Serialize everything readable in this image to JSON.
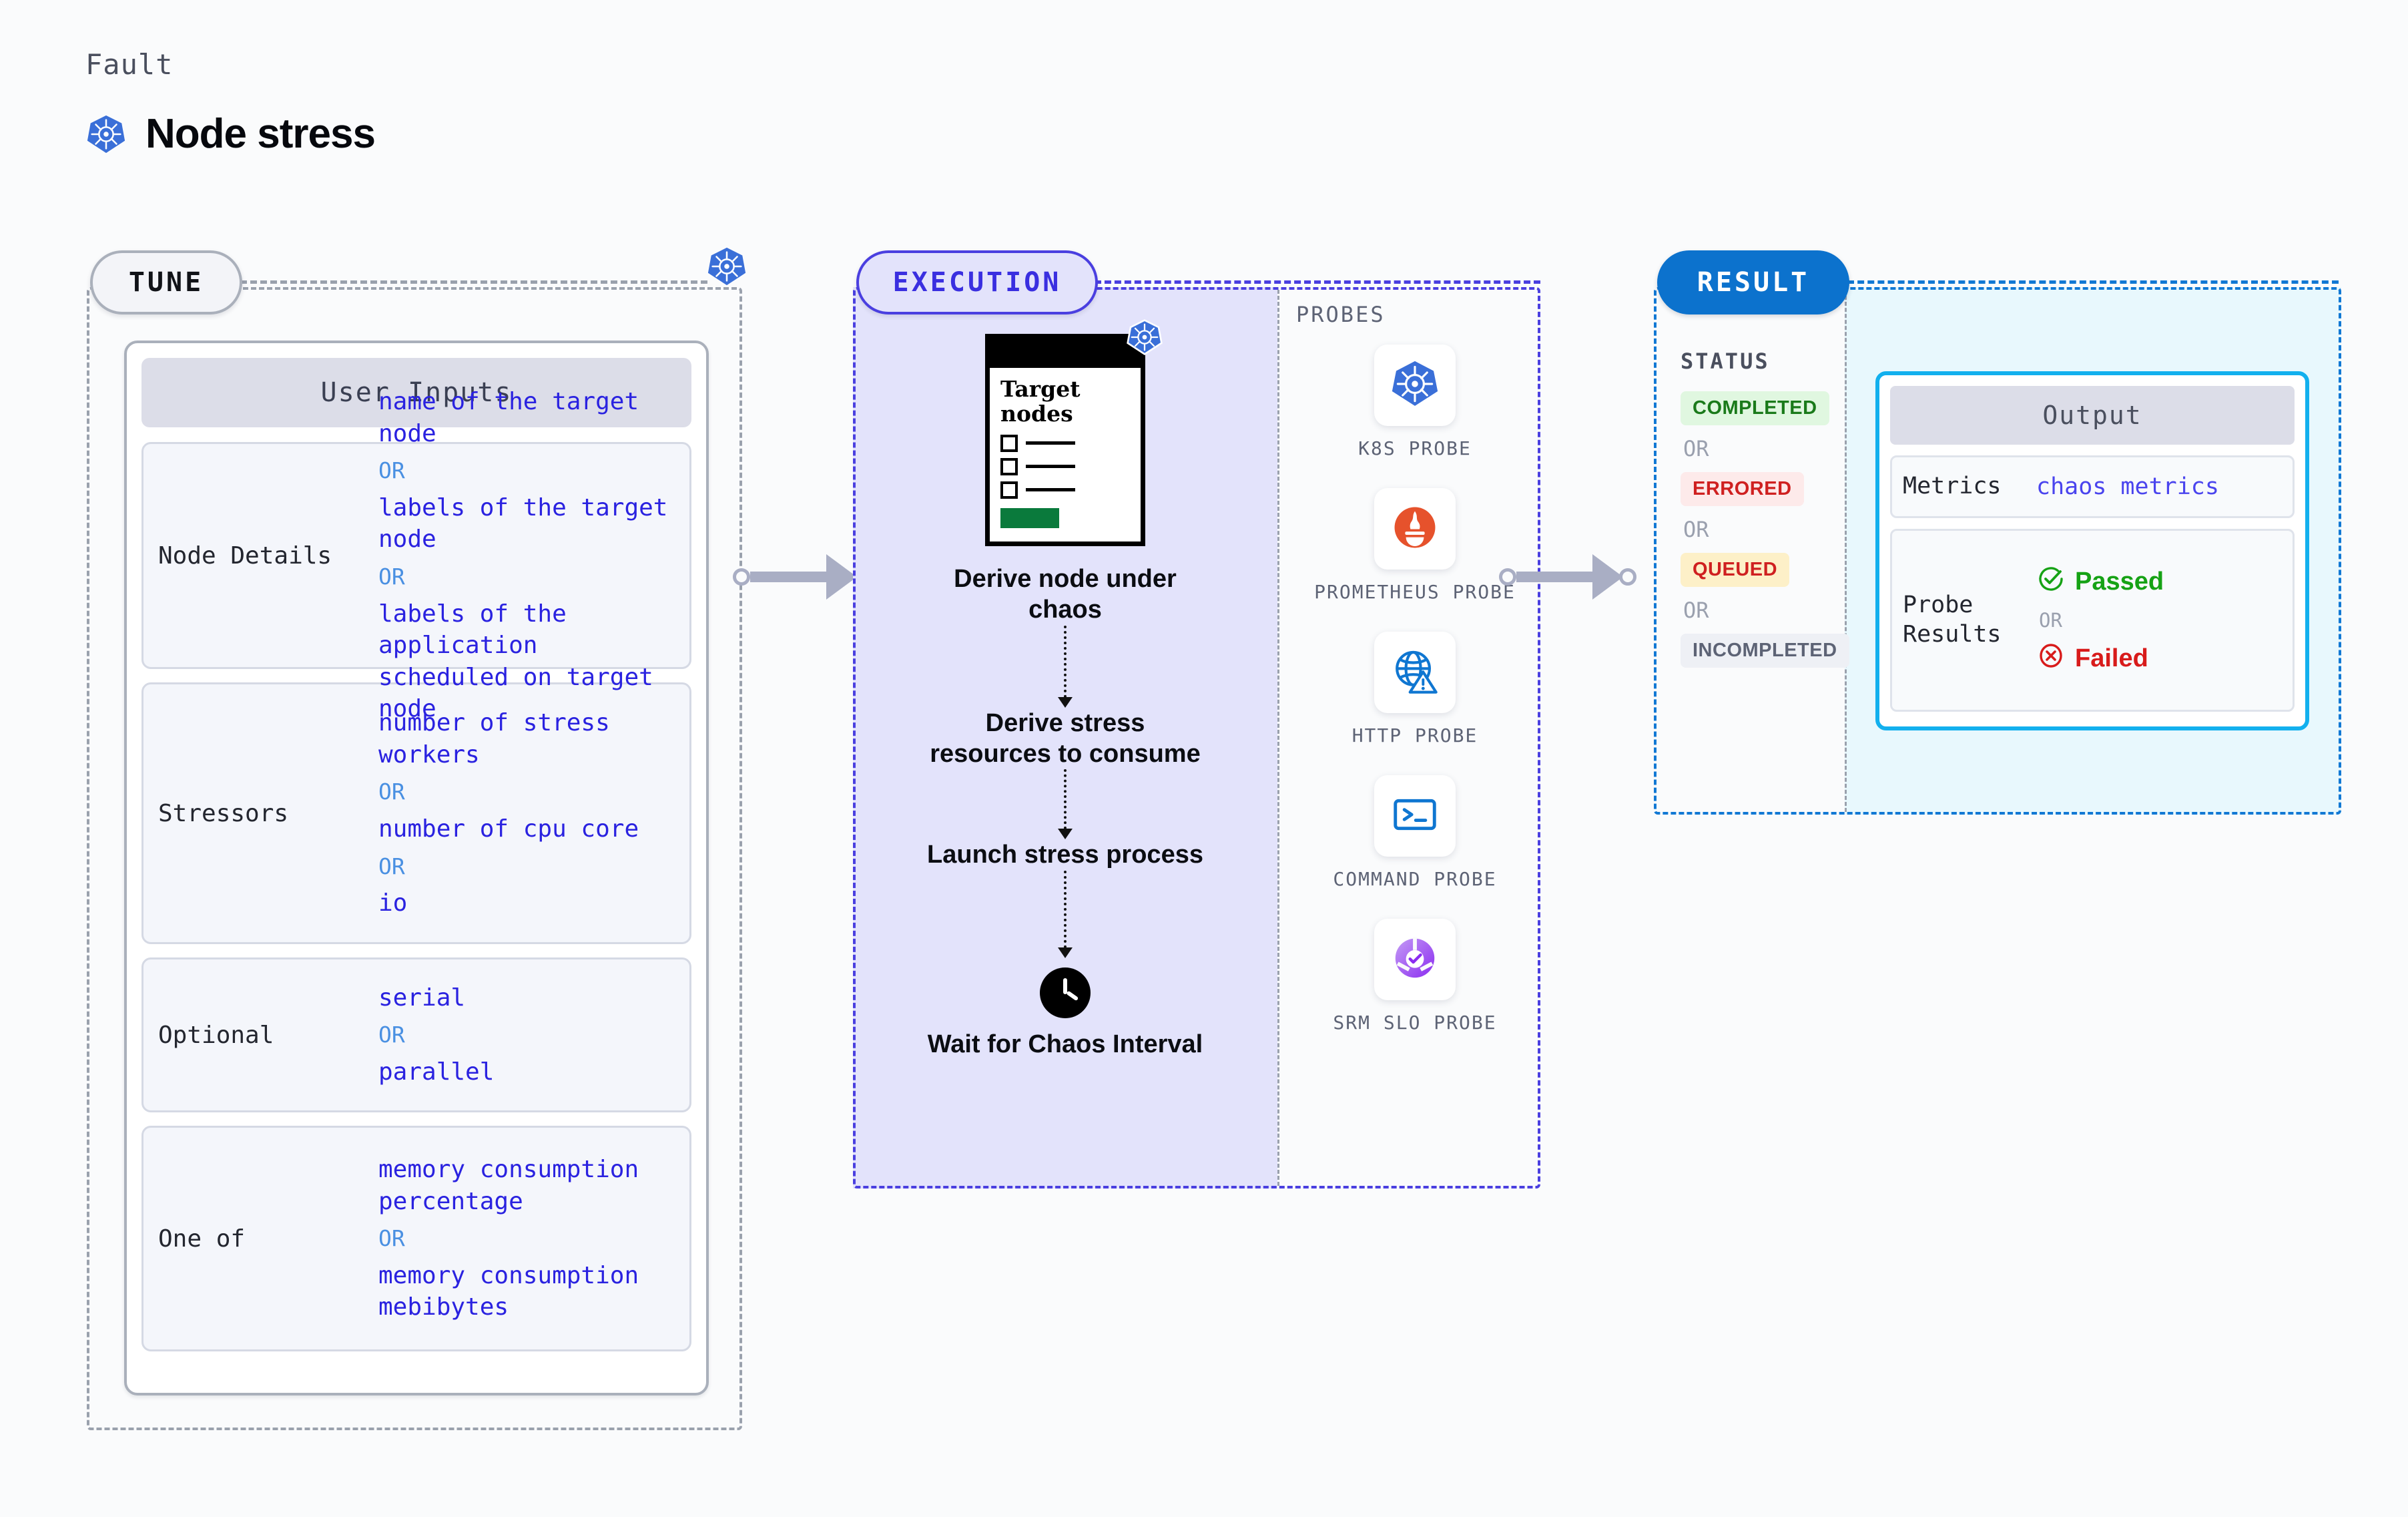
{
  "header": {
    "eyebrow": "Fault",
    "title": "Node stress",
    "icon": "kubernetes-icon"
  },
  "tune": {
    "pill_label": "TUNE",
    "badge_icon": "kubernetes-icon",
    "card_title": "User Inputs",
    "rows": [
      {
        "label": "Node Details",
        "values": [
          "name of the target node",
          "labels of the target node",
          "labels of the application scheduled on target node"
        ],
        "separator": "OR"
      },
      {
        "label": "Stressors",
        "values": [
          "number of stress workers",
          "number of cpu core",
          "io"
        ],
        "separator": "OR"
      },
      {
        "label": "Optional",
        "values": [
          "serial",
          "parallel"
        ],
        "separator": "OR"
      },
      {
        "label": "One of",
        "values": [
          "memory consumption percentage",
          "memory consumption mebibytes"
        ],
        "separator": "OR"
      }
    ]
  },
  "execution": {
    "pill_label": "EXECUTION",
    "doc_card": {
      "title": "Target nodes",
      "icon": "kubernetes-icon",
      "checkbox_rows": 3
    },
    "steps": [
      "Derive node under chaos",
      "Derive stress resources to consume",
      "Launch stress process",
      "Wait for Chaos Interval"
    ],
    "wait_icon": "clock-icon",
    "probes_label": "PROBES",
    "probes": [
      {
        "name": "K8S PROBE",
        "icon": "kubernetes-icon"
      },
      {
        "name": "PROMETHEUS PROBE",
        "icon": "prometheus-icon"
      },
      {
        "name": "HTTP PROBE",
        "icon": "globe-warning-icon"
      },
      {
        "name": "COMMAND PROBE",
        "icon": "terminal-icon"
      },
      {
        "name": "SRM SLO PROBE",
        "icon": "srm-slo-gauge-icon"
      }
    ]
  },
  "result": {
    "pill_label": "RESULT",
    "status_label": "STATUS",
    "separator": "OR",
    "statuses": [
      {
        "label": "COMPLETED",
        "color": "#1a7a1a",
        "bg": "#e0f7e0"
      },
      {
        "label": "ERRORED",
        "color": "#cf2020",
        "bg": "#fdeaea"
      },
      {
        "label": "QUEUED",
        "color": "#cf2020",
        "bg": "#fdf0c8"
      },
      {
        "label": "INCOMPLETED",
        "color": "#5d6375",
        "bg": "#eef0f5"
      }
    ],
    "output": {
      "title": "Output",
      "metrics_label": "Metrics",
      "metrics_value": "chaos metrics",
      "probe_results_label": "Probe Results",
      "passed_label": "Passed",
      "failed_label": "Failed",
      "passed_icon": "check-circle-icon",
      "failed_icon": "x-circle-icon",
      "separator": "OR"
    }
  },
  "colors": {
    "page_bg": "#fafbfc",
    "tune_border": "#9aa1ad",
    "execution_border": "#4a3fe0",
    "execution_fill": "#e3e3fb",
    "result_border": "#1178d4",
    "result_fill": "#e8f8fd",
    "output_border": "#12b0ee",
    "value_text": "#2a22e0",
    "or_text": "#4a90e2",
    "k8s_blue": "#3a6fd8"
  }
}
